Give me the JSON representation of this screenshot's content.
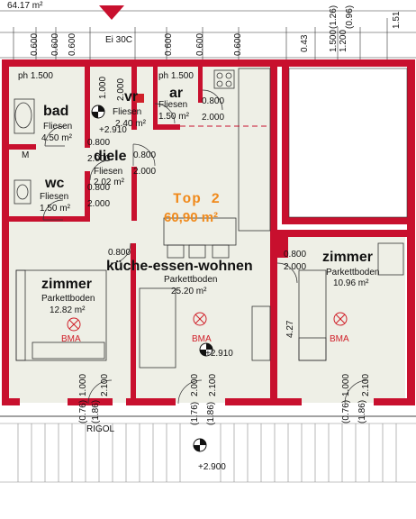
{
  "header": {
    "area_prefix": "64.17 m²",
    "brand_code": "Ei 30C"
  },
  "apartment": {
    "name": "Top 2",
    "area": "60,90 m²"
  },
  "rooms": {
    "bad": {
      "name": "bad",
      "floor": "Fliesen",
      "area": "4.50 m²"
    },
    "vr": {
      "name": "vr",
      "floor": "Fliesen",
      "area": "2.40 m²"
    },
    "ar": {
      "name": "ar",
      "floor": "Fliesen",
      "area": "1.50 m²"
    },
    "diele": {
      "name": "diele",
      "floor": "Fliesen",
      "area": "2.02 m²"
    },
    "wc": {
      "name": "wc",
      "floor": "Fliesen",
      "area": "1.50 m²"
    },
    "kew": {
      "name": "küche-essen-wohnen",
      "floor": "Parkettboden",
      "area": "25.20 m²"
    },
    "zimmer_left": {
      "name": "zimmer",
      "floor": "Parkettboden",
      "area": "12.82 m²"
    },
    "zimmer_right": {
      "name": "zimmer",
      "floor": "Parkettboden",
      "area": "10.96 m²"
    }
  },
  "labels": {
    "ph": "ph 1.500",
    "bma": "BMA",
    "rigol": "RIGOL",
    "level_2910": "+2.910",
    "level_2900": "+2.900",
    "m_label": "M"
  },
  "dims": {
    "d0600": "0.600",
    "d0800": "0.800",
    "d2000": "2.000",
    "d1000": "1.000",
    "d2100": "2.100",
    "d0043": "0.43",
    "d1500": "1.500",
    "d1200": "1.200",
    "d1126": "(1.26)",
    "d096": "(0.96)",
    "d151": "1.51",
    "d427": "4.27",
    "d076": "(0.76)",
    "d186": "(1.86)",
    "d176": "(1.76)",
    "d_2000": "2.000",
    "d_2100": "2.100"
  },
  "colors": {
    "wall": "#c8102e",
    "floor": "#eeefe6",
    "accent": "#f08a1c",
    "bma": "#d0202a"
  }
}
